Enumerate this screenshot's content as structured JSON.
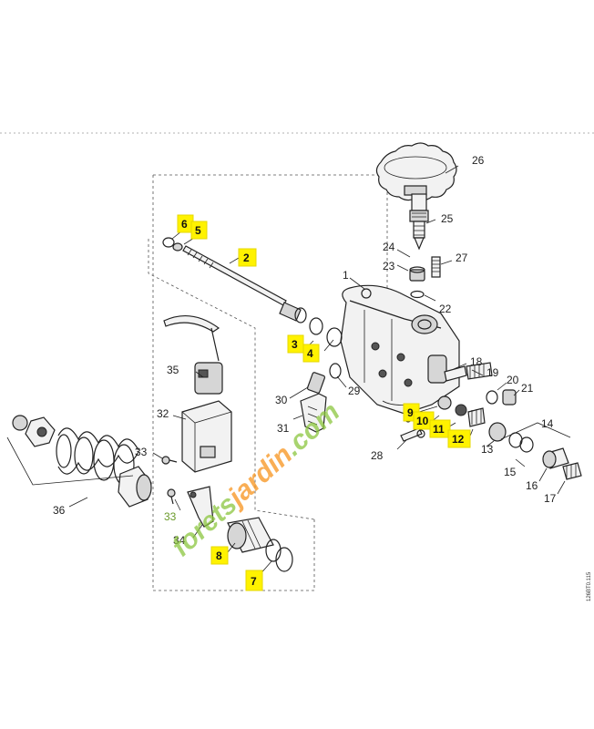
{
  "colors": {
    "highlight": "#fff200",
    "watermark_green": "#8cc63f",
    "watermark_orange": "#f7941d"
  },
  "watermark": {
    "text_main": "forets",
    "text_accent": "jardin",
    "text_end": ".com"
  },
  "side_code": "126BT0.115",
  "labels": {
    "p1": "1",
    "p2": "2",
    "p3": "3",
    "p4": "4",
    "p5": "5",
    "p6": "6",
    "p7": "7",
    "p8": "8",
    "p9": "9",
    "p10": "10",
    "p11": "11",
    "p12": "12",
    "p13": "13",
    "p14": "14",
    "p15": "15",
    "p16": "16",
    "p17": "17",
    "p18": "18",
    "p19": "19",
    "p20": "20",
    "p21": "21",
    "p22": "22",
    "p23": "23",
    "p24": "24",
    "p25": "25",
    "p26": "26",
    "p27": "27",
    "p28": "28",
    "p29": "29",
    "p30": "30",
    "p31": "31",
    "p32": "32",
    "p33a": "33",
    "p33b": "33",
    "p34": "34",
    "p35": "35",
    "p36": "36"
  }
}
